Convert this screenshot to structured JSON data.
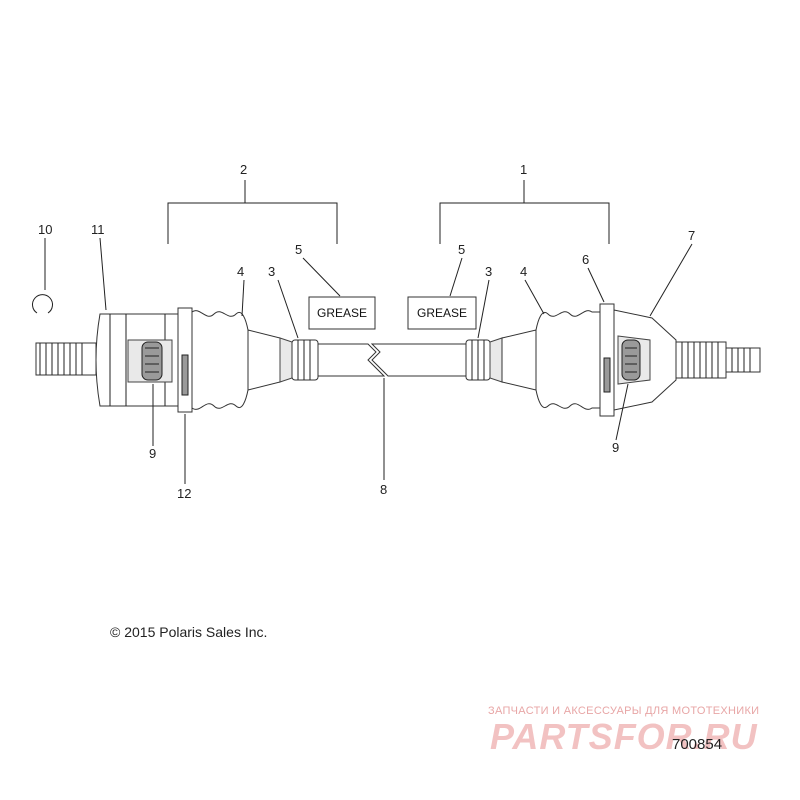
{
  "callouts": {
    "c1": "1",
    "c2": "2",
    "c3_left": "3",
    "c3_right": "3",
    "c4_left": "4",
    "c4_right": "4",
    "c5_left": "5",
    "c5_right": "5",
    "c6": "6",
    "c7": "7",
    "c8": "8",
    "c9_left": "9",
    "c9_right": "9",
    "c10": "10",
    "c11": "11",
    "c12": "12"
  },
  "grease_labels": {
    "left": "GREASE",
    "right": "GREASE"
  },
  "copyright": "© 2015 Polaris Sales Inc.",
  "watermark": {
    "tagline": "ЗАПЧАСТИ И АКСЕССУАРЫ ДЛЯ МОТОТЕХНИКИ",
    "logo": "PARTSFOR.RU"
  },
  "figure_number": "700854",
  "colors": {
    "line": "#222222",
    "watermark": "#f0b8b8"
  }
}
